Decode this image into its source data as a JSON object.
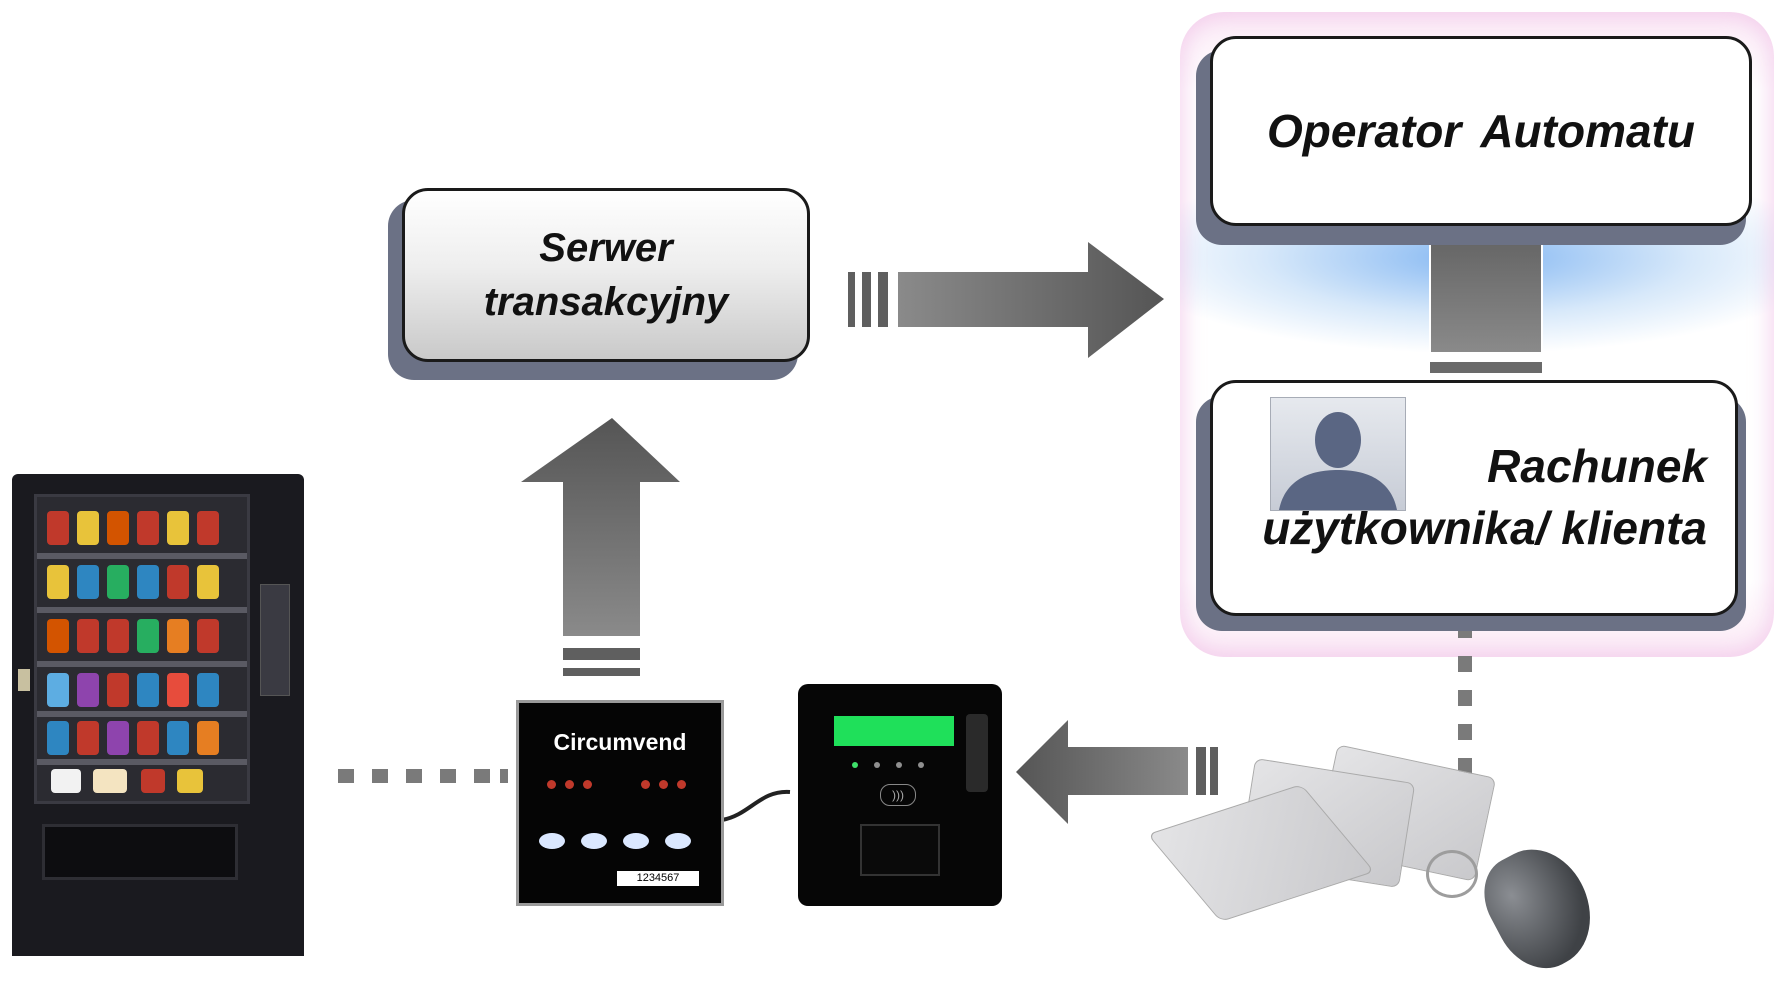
{
  "diagram": {
    "server_box": {
      "line1": "Serwer",
      "line2": "transakcyjny"
    },
    "operator_box": {
      "label": "Operator  Automatu"
    },
    "account_box": {
      "line1": "Rachunek",
      "line2": "użytkownika/ klienta"
    },
    "reader_device": {
      "brand": "Circumvend",
      "serial": "1234567"
    },
    "icons": {
      "user_avatar": "user-silhouette-icon",
      "contactless": "contactless-icon"
    },
    "colors": {
      "arrow": "#5f5f5f",
      "panel_glow": "#8dbbf0",
      "panel_tint": "#f7d9ef",
      "terminal_display": "#1fe05a"
    }
  }
}
